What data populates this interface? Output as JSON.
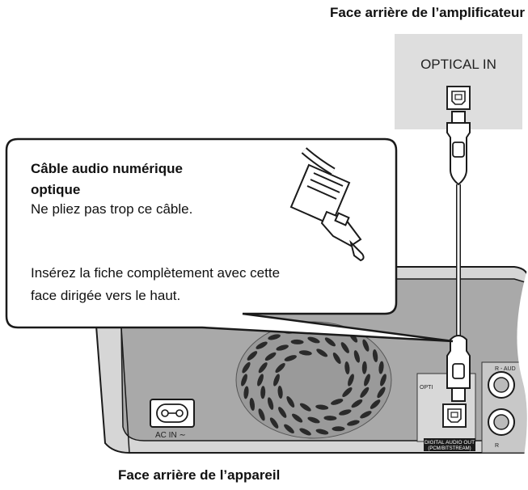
{
  "amplifier_title": "Face arrière de l’amplificateur",
  "amplifier_port_label": "OPTICAL IN",
  "callout": {
    "title_line1": "Câble audio numérique",
    "title_line2": "optique",
    "warning": "Ne pliez pas trop ce câble.",
    "instruction_line1": "Insérez la fiche complètement avec cette",
    "instruction_line2": "face dirigée vers le haut."
  },
  "device_panel": {
    "ac_in_label": "AC IN ∼",
    "optical_label": "OPTI",
    "audio_label": "R - AUD",
    "digital_out_line1": "DIGITAL AUDIO OUT",
    "digital_out_line2": "(PCM/BITSTREAM)",
    "r_label": "R"
  },
  "device_title": "Face arrière de l’appareil",
  "colors": {
    "amp_panel": "#dedede",
    "device_panel": "#a9a9a9",
    "device_body": "#d6d6d6",
    "outline": "#1a1a1a"
  }
}
